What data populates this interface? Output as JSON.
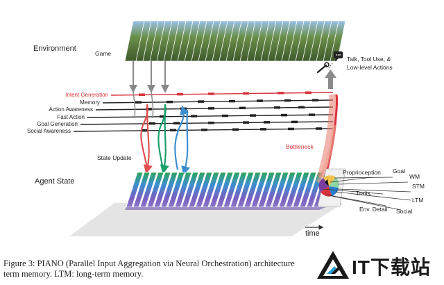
{
  "sections": {
    "environment": "Environment",
    "agent_state": "Agent State"
  },
  "labels": {
    "game": "Game",
    "actions": [
      "Talk, Tool Use, &",
      "Low-level Actions"
    ],
    "bottleneck": "Bottleneck",
    "state_update": "State Update",
    "time": "time"
  },
  "modules": [
    {
      "label": "Intent Generation",
      "color": "#d8323c"
    },
    {
      "label": "Memory",
      "color": "#222222"
    },
    {
      "label": "Action Awareness",
      "color": "#222222"
    },
    {
      "label": "Fast Action",
      "color": "#222222"
    },
    {
      "label": "Goal Generation",
      "color": "#222222"
    },
    {
      "label": "Social Awareness",
      "color": "#222222"
    }
  ],
  "state_components": [
    "Proprioception",
    "Goal",
    "WM",
    "STM",
    "Traits",
    "LTM",
    "Env. Detail",
    "Social"
  ],
  "caption": [
    "Figure 3: PIANO (Parallel Input Aggregation via Neural Orchestration) architecture",
    "term memory. LTM: long-term memory."
  ],
  "watermark": "IT下载站",
  "colors": {
    "intent": "#d8323c",
    "update_red": "#e0504e",
    "update_green": "#1aa06a",
    "update_blue": "#3b8fd0",
    "arrow_gray": "#8a8a8a"
  }
}
